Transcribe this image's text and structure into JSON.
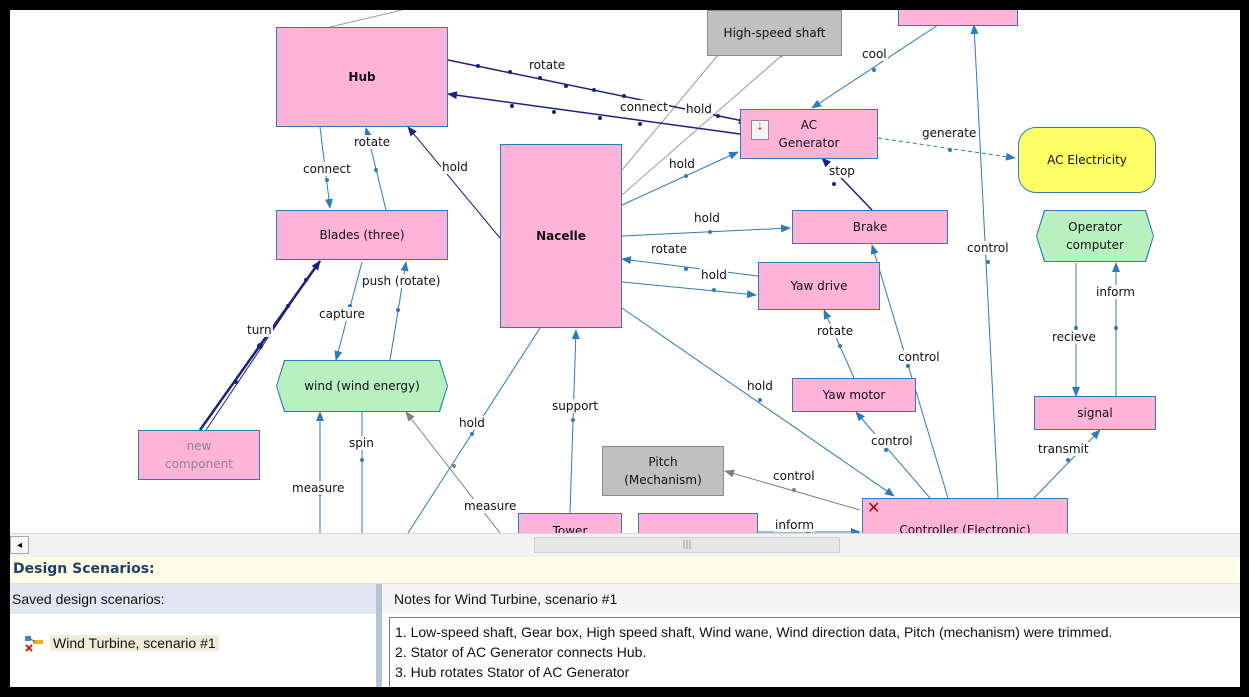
{
  "diagram": {
    "nodes": {
      "hub": "Hub",
      "high_speed_shaft": "High-speed shaft",
      "ac_generator_line1": "AC",
      "ac_generator_line2": "Generator",
      "ac_electricity": "AC Electricity",
      "blades": "Blades (three)",
      "nacelle": "Nacelle",
      "brake": "Brake",
      "yaw_drive": "Yaw drive",
      "operator_computer_line1": "Operator",
      "operator_computer_line2": "computer",
      "wind": "wind (wind energy)",
      "new_component_line1": "new",
      "new_component_line2": "component",
      "yaw_motor": "Yaw motor",
      "signal": "signal",
      "pitch_line1": "Pitch",
      "pitch_line2": "(Mechanism)",
      "tower": "Tower",
      "controller": "Controller (Electronic)"
    },
    "edge_labels": {
      "rotate_hub_gen": "rotate",
      "cool": "cool",
      "connect_gen_hub": "connect",
      "hold_hss": "hold",
      "generate": "generate",
      "rotate_blades_hub": "rotate",
      "connect_hub_blades": "connect",
      "hold_nacelle_hub": "hold",
      "hold_nacelle_gen": "hold",
      "stop": "stop",
      "hold_nacelle_brake": "hold",
      "rotate_yaw_nacelle": "rotate",
      "hold_nacelle_yaw": "hold",
      "control_gen": "control",
      "turn": "turn",
      "push_rotate": "push (rotate)",
      "capture": "capture",
      "inform_op": "inform",
      "rotate_motor_drive": "rotate",
      "recieve": "recieve",
      "control_brake": "control",
      "hold_nacelle_ctrl": "hold",
      "support": "support",
      "hold_wind": "hold",
      "control_motor": "control",
      "transmit": "transmit",
      "measure_left": "measure",
      "spin": "spin",
      "control_pitch": "control",
      "measure_mid": "measure",
      "inform_ctrl": "inform"
    }
  },
  "scrollbar": {
    "left_arrow": "◂",
    "thumb_grip": "|||"
  },
  "design_scenarios": {
    "title": "Design Scenarios:",
    "saved_label": "Saved design scenarios:",
    "items": [
      "Wind Turbine, scenario #1"
    ],
    "notes_header": "Notes for Wind Turbine, scenario #1",
    "notes": [
      "1. Low-speed shaft, Gear box, High speed shaft, Wind wane, Wind direction data, Pitch (mechanism) were trimmed.",
      "2. Stator of AC Generator connects Hub.",
      "3. Hub rotates Stator of AC Generator"
    ]
  },
  "colors": {
    "useful_link": "#2f7ab8",
    "harmful_link": "#1a237e",
    "muted_link": "#808080",
    "component_fill": "#ffb3d9",
    "supersystem_fill": "#b8f0c0",
    "product_fill": "#ffff66",
    "trimmed_fill": "#c0c0c0",
    "title_color": "#1f3f6e"
  }
}
